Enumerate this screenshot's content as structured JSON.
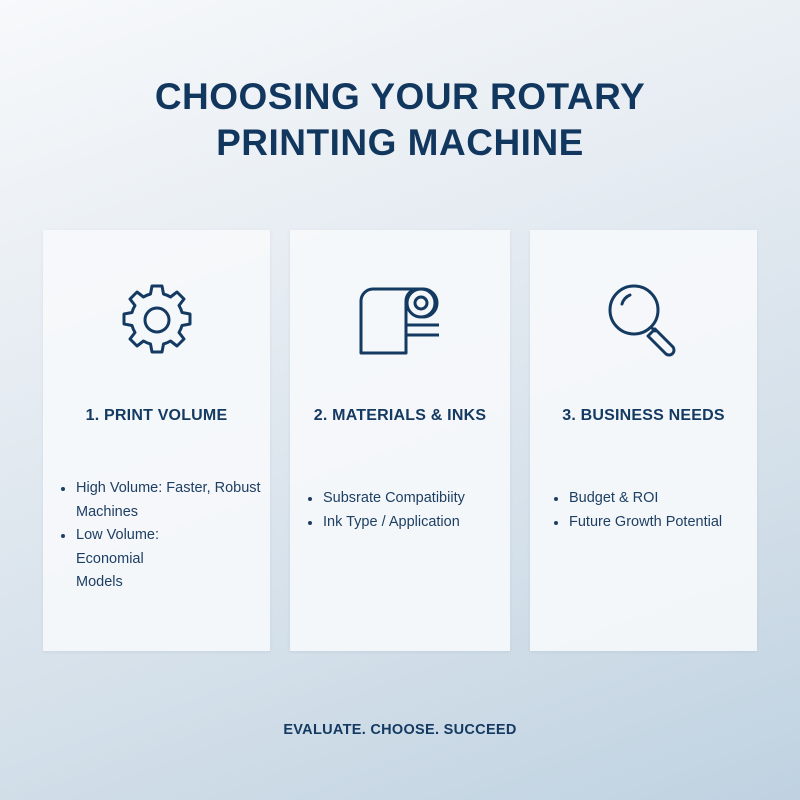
{
  "title": {
    "line1": "CHOOSING YOUR ROTARY",
    "line2": "PRINTING MACHINE"
  },
  "cards": [
    {
      "icon": "gear-icon",
      "heading": "1. PRINT VOLUME",
      "bullets": [
        "High Volume: Faster, Robust Machines",
        "Low Volume: Economial Models"
      ]
    },
    {
      "icon": "paper-roll-icon",
      "heading": "2. MATERIALS & INKS",
      "bullets": [
        "Subsrate Compatibiity",
        "Ink Type / Application"
      ]
    },
    {
      "icon": "magnifying-glass-icon",
      "heading": "3. BUSINESS NEEDS",
      "bullets": [
        "Budget & ROI",
        "Future Growth Potential"
      ]
    }
  ],
  "tagline": "EVALUATE. CHOOSE. SUCCEED",
  "colors": {
    "primary_text": "#12375f",
    "card_background": "#f6f8fb",
    "background_start": "#f7f9fb",
    "background_end": "#bfd2e1"
  }
}
